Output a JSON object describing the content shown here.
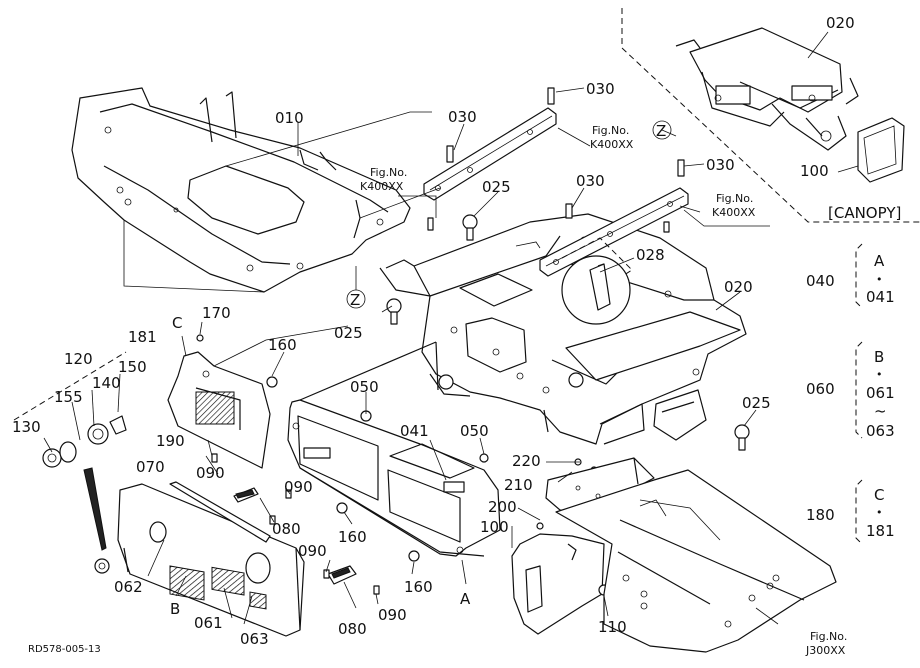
{
  "drawing_code": "RD578-005-13",
  "canopy_label": "[CANOPY]",
  "fig_refs": {
    "ref_a_no": "Fig.No.",
    "ref_a_code": "K400XX",
    "ref_b_no": "Fig.No.",
    "ref_b_code": "K400XX",
    "ref_c_no": "Fig.No.",
    "ref_c_code": "K400XX",
    "ref_d_no": "Fig.No.",
    "ref_d_code": "J300XX"
  },
  "markers": {
    "z": "Z",
    "a": "A",
    "b": "B",
    "c": "C",
    "dot": "•"
  },
  "parts": {
    "p010": "010",
    "p020": "020",
    "p025": "025",
    "p028": "028",
    "p030": "030",
    "p040": "040",
    "p041": "041",
    "p050": "050",
    "p060": "060",
    "p061": "061",
    "p062": "062",
    "p063": "063",
    "p070": "070",
    "p080": "080",
    "p090": "090",
    "p100": "100",
    "p110": "110",
    "p120": "120",
    "p130": "130",
    "p140": "140",
    "p150": "150",
    "p155": "155",
    "p160": "160",
    "p170": "170",
    "p180": "180",
    "p181": "181",
    "p190": "190",
    "p200": "200",
    "p210": "210",
    "p220": "220"
  },
  "groups": {
    "tilde": "~"
  }
}
